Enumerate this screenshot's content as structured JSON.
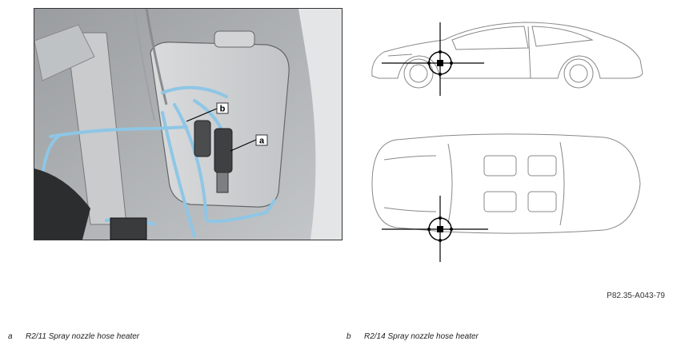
{
  "figure": {
    "callouts": [
      {
        "key": "a",
        "color": "#6fb3d8"
      },
      {
        "key": "b",
        "color": "#6fb3d8"
      }
    ],
    "hose_color": "#8ec6e6",
    "doc_code": "P82.35-A043-79"
  },
  "legend": [
    {
      "key": "a",
      "text": "R2/11 Spray nozzle hose heater"
    },
    {
      "key": "b",
      "text": "R2/14 Spray nozzle hose heater"
    }
  ]
}
